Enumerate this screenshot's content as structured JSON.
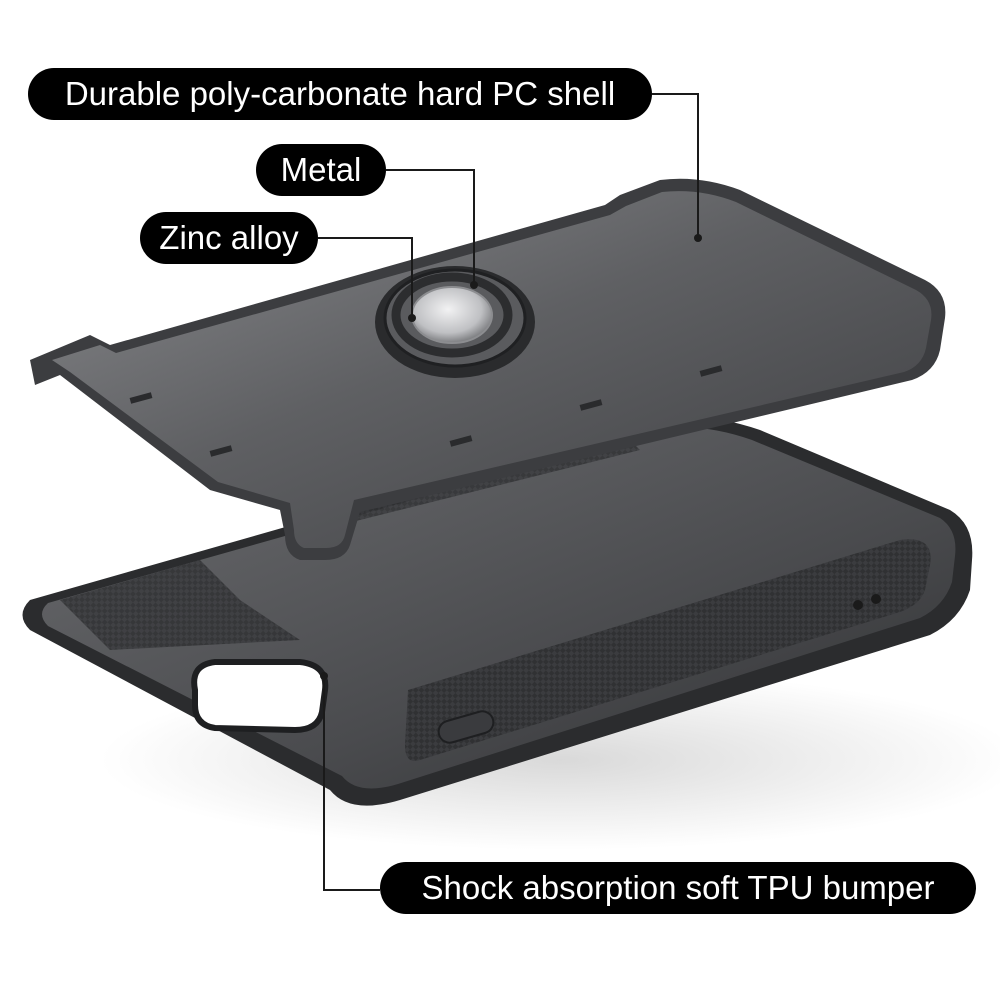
{
  "callouts": {
    "shell": "Durable poly-carbonate hard PC shell",
    "metal": "Metal",
    "zinc": "Zinc alloy",
    "tpu": "Shock absorption soft TPU bumper"
  },
  "colors": {
    "label_bg": "#000000",
    "label_text": "#ffffff",
    "shell": "#5f6063",
    "bumper": "#2b2c2e",
    "ring": "#c9cacc",
    "leader_line": "#1a1a1a"
  }
}
